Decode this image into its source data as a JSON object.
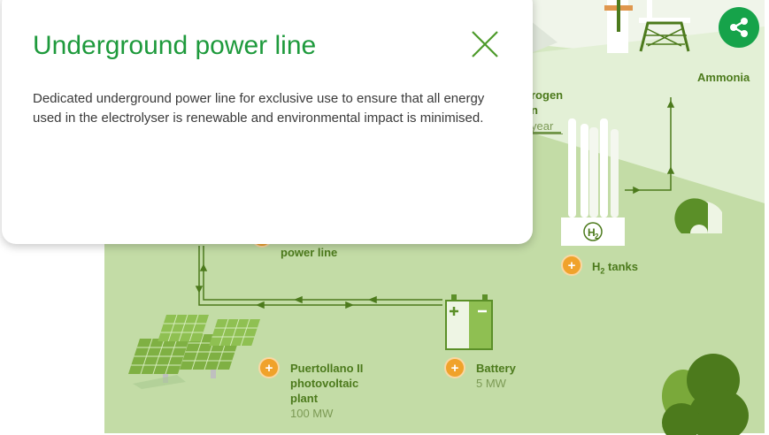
{
  "popup": {
    "title": "Underground power line",
    "description": "Dedicated underground power line for exclusive use to ensure that all energy used in the electrolyser is renewable and environmental impact is minimised."
  },
  "map": {
    "ammonia_label": "Ammonia",
    "hydrogen_label_partial": "rogen",
    "hydrogen_line2_partial": "n",
    "hydrogen_unit_partial": "year",
    "power_line_label": "power line",
    "h2_tanks": {
      "prefix": "H",
      "subscript": "2",
      "suffix": " tanks",
      "icon_text": "H",
      "icon_sub": "2"
    },
    "pv_plant": {
      "title": "Puertollano II photovoltaic plant",
      "capacity": "100 MW"
    },
    "battery": {
      "title": "Battery",
      "capacity": "5 MW"
    }
  },
  "icons": {
    "plus": "+",
    "share": "share-icon",
    "close": "close-icon"
  },
  "colors": {
    "accent_green": "#1e9a3c",
    "label_green": "#4c7a1c",
    "plus_orange": "#f0a22b",
    "share_green": "#16a34a",
    "land_green": "#c3dca6"
  }
}
